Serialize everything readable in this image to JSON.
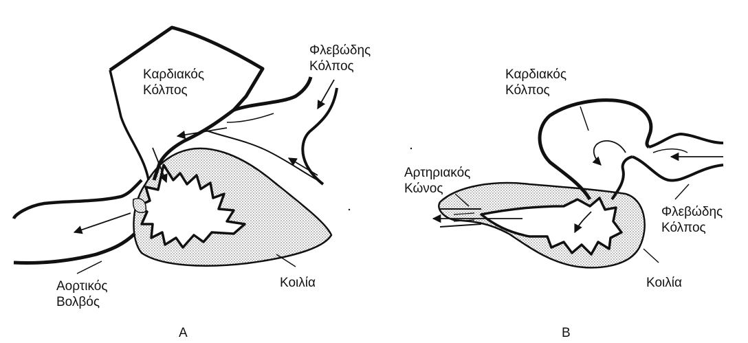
{
  "colors": {
    "ink": "#111111",
    "stipple": "#7a7a7a",
    "background": "#ffffff"
  },
  "panel_a": {
    "caption": "A",
    "labels": {
      "atrium": [
        "Καρδιακός",
        "Κόλπος"
      ],
      "sinus_venosus": [
        "Φλεβώδης",
        "Κόλπος"
      ],
      "aortic_bulb": [
        "Αορτικός",
        "Βολβός"
      ],
      "ventricle": "Κοιλία"
    }
  },
  "panel_b": {
    "caption": "B",
    "labels": {
      "atrium": [
        "Καρδιακός",
        "Κόλπος"
      ],
      "conus": [
        "Αρτηριακός",
        "Κώνος"
      ],
      "sinus_venosus": [
        "Φλεβώδης",
        "Κόλπος"
      ],
      "ventricle": "Κοιλία"
    }
  }
}
